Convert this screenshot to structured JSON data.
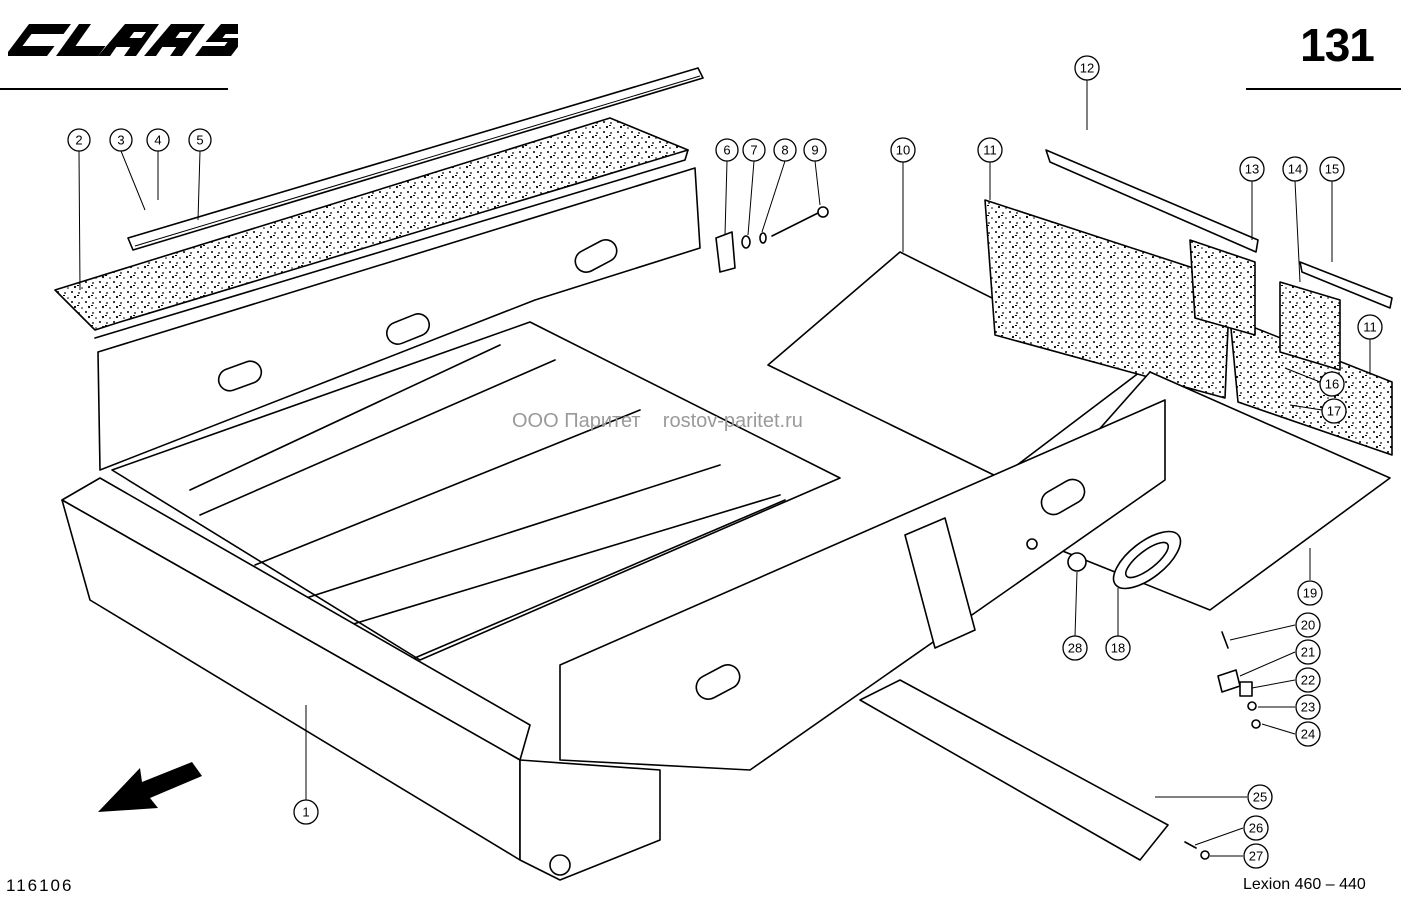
{
  "header": {
    "brand": "CLAAS",
    "page_number": "131"
  },
  "watermark": "ООО Паритет    rostov-paritet.ru",
  "footer": {
    "drawing_number": "116106",
    "model": "Lexion 460 – 440"
  },
  "callouts": [
    {
      "label": "1"
    },
    {
      "label": "2"
    },
    {
      "label": "3"
    },
    {
      "label": "4"
    },
    {
      "label": "5"
    },
    {
      "label": "6"
    },
    {
      "label": "7"
    },
    {
      "label": "8"
    },
    {
      "label": "9"
    },
    {
      "label": "10"
    },
    {
      "label": "11"
    },
    {
      "label": "11"
    },
    {
      "label": "12"
    },
    {
      "label": "13"
    },
    {
      "label": "14"
    },
    {
      "label": "15"
    },
    {
      "label": "16"
    },
    {
      "label": "17"
    },
    {
      "label": "18"
    },
    {
      "label": "19"
    },
    {
      "label": "20"
    },
    {
      "label": "21"
    },
    {
      "label": "22"
    },
    {
      "label": "23"
    },
    {
      "label": "24"
    },
    {
      "label": "25"
    },
    {
      "label": "26"
    },
    {
      "label": "27"
    },
    {
      "label": "28"
    }
  ]
}
